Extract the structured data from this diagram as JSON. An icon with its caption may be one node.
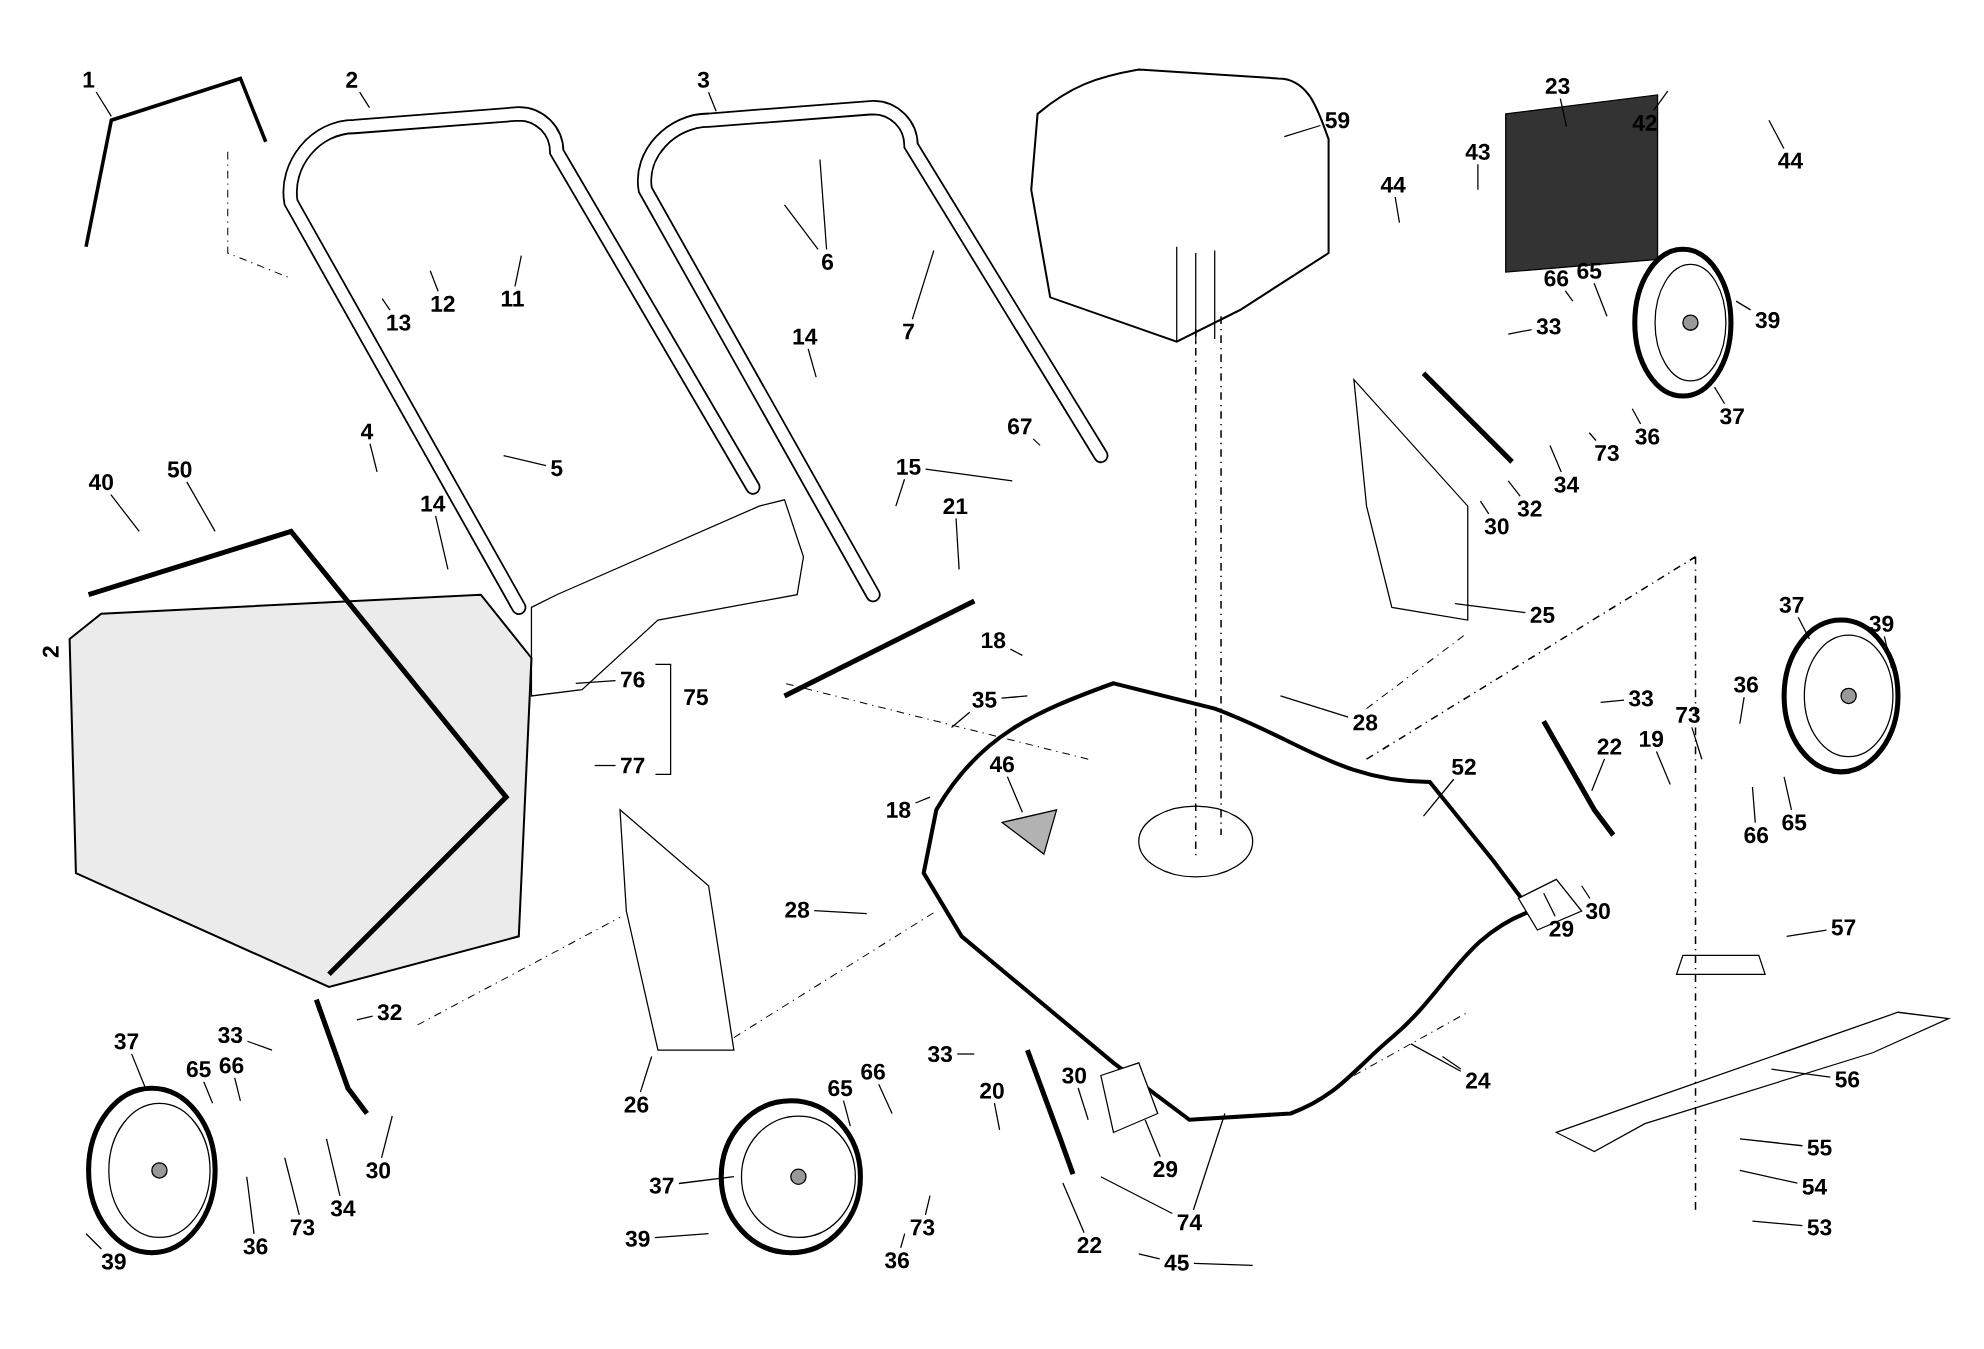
{
  "diagram": {
    "nodes": [
      {
        "text": [
          "1"
        ]
      },
      {
        "text": [
          "2"
        ]
      },
      {
        "text": [
          "3"
        ]
      },
      {
        "text": [
          "59"
        ]
      },
      {
        "text": [
          "23"
        ]
      },
      {
        "text": [
          "42"
        ]
      },
      {
        "text": [
          "44"
        ]
      },
      {
        "text": [
          "43"
        ]
      },
      {
        "text": [
          "44"
        ]
      },
      {
        "text": [
          "6"
        ]
      },
      {
        "text": [
          "12"
        ]
      },
      {
        "text": [
          "11"
        ]
      },
      {
        "text": [
          "13"
        ]
      },
      {
        "text": [
          "7"
        ]
      },
      {
        "text": [
          "14"
        ]
      },
      {
        "text": [
          "33"
        ]
      },
      {
        "text": [
          "66"
        ]
      },
      {
        "text": [
          "65"
        ]
      },
      {
        "text": [
          "39"
        ]
      },
      {
        "text": [
          "37"
        ]
      },
      {
        "text": [
          "36"
        ]
      },
      {
        "text": [
          "73"
        ]
      },
      {
        "text": [
          "34"
        ]
      },
      {
        "text": [
          "32"
        ]
      },
      {
        "text": [
          "30"
        ]
      },
      {
        "text": [
          "67"
        ]
      },
      {
        "text": [
          "5"
        ]
      },
      {
        "text": [
          "4"
        ]
      },
      {
        "text": [
          "15"
        ]
      },
      {
        "text": [
          "50"
        ]
      },
      {
        "text": [
          "40"
        ]
      },
      {
        "text": [
          "14"
        ]
      },
      {
        "text": [
          "21"
        ]
      },
      {
        "text": [
          "25"
        ]
      },
      {
        "text": [
          "37"
        ]
      },
      {
        "text": [
          "39"
        ]
      },
      {
        "text": [
          "76"
        ]
      },
      {
        "text": [
          "77"
        ]
      },
      {
        "text": [
          "18"
        ]
      },
      {
        "text": [
          "35"
        ]
      },
      {
        "text": [
          "28"
        ]
      },
      {
        "text": [
          "33"
        ]
      },
      {
        "text": [
          "36"
        ]
      },
      {
        "text": [
          "73"
        ]
      },
      {
        "text": [
          "22"
        ]
      },
      {
        "text": [
          "19"
        ]
      },
      {
        "text": [
          "18"
        ]
      },
      {
        "text": [
          "46"
        ]
      },
      {
        "text": [
          "52"
        ]
      },
      {
        "text": [
          "66"
        ]
      },
      {
        "text": [
          "65"
        ]
      },
      {
        "text": [
          "30"
        ]
      },
      {
        "text": [
          "29"
        ]
      },
      {
        "text": [
          "57"
        ]
      },
      {
        "text": [
          "28"
        ]
      },
      {
        "text": [
          "32"
        ]
      },
      {
        "text": [
          "33"
        ]
      },
      {
        "text": [
          "37"
        ]
      },
      {
        "text": [
          "65"
        ]
      },
      {
        "text": [
          "66"
        ]
      },
      {
        "text": [
          "26"
        ]
      },
      {
        "text": [
          "30"
        ]
      },
      {
        "text": [
          "34"
        ]
      },
      {
        "text": [
          "73"
        ]
      },
      {
        "text": [
          "36"
        ]
      },
      {
        "text": [
          "39"
        ]
      },
      {
        "text": [
          "33"
        ]
      },
      {
        "text": [
          "65"
        ]
      },
      {
        "text": [
          "66"
        ]
      },
      {
        "text": [
          "30"
        ]
      },
      {
        "text": [
          "29"
        ]
      },
      {
        "text": [
          "24"
        ]
      },
      {
        "text": [
          "56"
        ]
      },
      {
        "text": [
          "20"
        ]
      },
      {
        "text": [
          "37"
        ]
      },
      {
        "text": [
          "55"
        ]
      },
      {
        "text": [
          "74"
        ]
      },
      {
        "text": [
          "73"
        ]
      },
      {
        "text": [
          "22"
        ]
      },
      {
        "text": [
          "54"
        ]
      },
      {
        "text": [
          "53"
        ]
      },
      {
        "text": [
          "39"
        ]
      },
      {
        "text": [
          "36"
        ]
      },
      {
        "text": [
          "45"
        ]
      }
    ],
    "edges": [
      {
        "from": 0,
        "to": null,
        "arrow": "none"
      },
      {
        "from": 1,
        "to": null,
        "arrow": "none"
      },
      {
        "from": 2,
        "to": null,
        "arrow": "none"
      },
      {
        "from": 3,
        "to": null,
        "arrow": "none"
      },
      {
        "from": 4,
        "to": null,
        "arrow": "none"
      },
      {
        "from": 5,
        "to": null,
        "arrow": "none"
      },
      {
        "from": 6,
        "to": null,
        "arrow": "none"
      },
      {
        "from": 7,
        "to": null,
        "arrow": "none"
      },
      {
        "from": 8,
        "to": null,
        "arrow": "none"
      },
      {
        "from": 9,
        "to": null,
        "arrow": "none"
      },
      {
        "from": 9,
        "to": null,
        "arrow": "none"
      },
      {
        "from": 10,
        "to": null,
        "arrow": "none"
      },
      {
        "from": 11,
        "to": null,
        "arrow": "none"
      },
      {
        "from": 12,
        "to": null,
        "arrow": "none"
      },
      {
        "from": 13,
        "to": null,
        "arrow": "none"
      },
      {
        "from": 14,
        "to": null,
        "arrow": "none"
      },
      {
        "from": 15,
        "to": null,
        "arrow": "none"
      },
      {
        "from": 16,
        "to": null,
        "arrow": "none"
      },
      {
        "from": 17,
        "to": null,
        "arrow": "none"
      },
      {
        "from": 18,
        "to": null,
        "arrow": "none"
      },
      {
        "from": 19,
        "to": null,
        "arrow": "none"
      },
      {
        "from": 20,
        "to": null,
        "arrow": "none"
      },
      {
        "from": 21,
        "to": null,
        "arrow": "none"
      },
      {
        "from": 22,
        "to": null,
        "arrow": "none"
      },
      {
        "from": 23,
        "to": null,
        "arrow": "none"
      },
      {
        "from": 24,
        "to": null,
        "arrow": "none"
      },
      {
        "from": 25,
        "to": null,
        "arrow": "none"
      },
      {
        "from": 26,
        "to": null,
        "arrow": "none"
      },
      {
        "from": 27,
        "to": null,
        "arrow": "none"
      },
      {
        "from": 28,
        "to": null,
        "arrow": "none"
      },
      {
        "from": 28,
        "to": null,
        "arrow": "none"
      },
      {
        "from": 29,
        "to": null,
        "arrow": "none"
      },
      {
        "from": 30,
        "to": null,
        "arrow": "none"
      },
      {
        "from": 31,
        "to": null,
        "arrow": "none"
      },
      {
        "from": 32,
        "to": null,
        "arrow": "none"
      },
      {
        "from": 33,
        "to": null,
        "arrow": "none"
      },
      {
        "from": 34,
        "to": null,
        "arrow": "none"
      },
      {
        "from": 35,
        "to": null,
        "arrow": "none"
      },
      {
        "from": 36,
        "to": null,
        "arrow": "none"
      },
      {
        "from": 37,
        "to": null,
        "arrow": "none"
      },
      {
        "from": 38,
        "to": null,
        "arrow": "none"
      },
      {
        "from": 39,
        "to": null,
        "arrow": "none"
      },
      {
        "from": 39,
        "to": null,
        "arrow": "none"
      },
      {
        "from": 40,
        "to": null,
        "arrow": "none"
      },
      {
        "from": 41,
        "to": null,
        "arrow": "none"
      },
      {
        "from": 42,
        "to": null,
        "arrow": "none"
      },
      {
        "from": 43,
        "to": null,
        "arrow": "none"
      },
      {
        "from": 44,
        "to": null,
        "arrow": "none"
      },
      {
        "from": 45,
        "to": null,
        "arrow": "none"
      },
      {
        "from": 46,
        "to": null,
        "arrow": "none"
      },
      {
        "from": 47,
        "to": null,
        "arrow": "none"
      },
      {
        "from": 48,
        "to": null,
        "arrow": "none"
      },
      {
        "from": 49,
        "to": null,
        "arrow": "none"
      },
      {
        "from": 50,
        "to": null,
        "arrow": "none"
      },
      {
        "from": 51,
        "to": null,
        "arrow": "none"
      },
      {
        "from": 52,
        "to": null,
        "arrow": "none"
      },
      {
        "from": 53,
        "to": null,
        "arrow": "none"
      },
      {
        "from": 54,
        "to": null,
        "arrow": "none"
      },
      {
        "from": 55,
        "to": null,
        "arrow": "none"
      },
      {
        "from": 56,
        "to": null,
        "arrow": "none"
      },
      {
        "from": 57,
        "to": null,
        "arrow": "none"
      },
      {
        "from": 58,
        "to": null,
        "arrow": "none"
      },
      {
        "from": 59,
        "to": null,
        "arrow": "none"
      },
      {
        "from": 60,
        "to": null,
        "arrow": "none"
      },
      {
        "from": 61,
        "to": null,
        "arrow": "none"
      },
      {
        "from": 62,
        "to": null,
        "arrow": "none"
      },
      {
        "from": 63,
        "to": null,
        "arrow": "none"
      },
      {
        "from": 64,
        "to": null,
        "arrow": "none"
      },
      {
        "from": 65,
        "to": null,
        "arrow": "none"
      },
      {
        "from": 66,
        "to": null,
        "arrow": "none"
      },
      {
        "from": 67,
        "to": null,
        "arrow": "none"
      },
      {
        "from": 68,
        "to": null,
        "arrow": "none"
      },
      {
        "from": 69,
        "to": null,
        "arrow": "none"
      },
      {
        "from": 70,
        "to": null,
        "arrow": "none"
      },
      {
        "from": 71,
        "to": null,
        "arrow": "none"
      },
      {
        "from": 71,
        "to": null,
        "arrow": "none"
      },
      {
        "from": 72,
        "to": null,
        "arrow": "none"
      },
      {
        "from": 73,
        "to": null,
        "arrow": "none"
      },
      {
        "from": 74,
        "to": null,
        "arrow": "none"
      },
      {
        "from": 75,
        "to": null,
        "arrow": "none"
      },
      {
        "from": 76,
        "to": null,
        "arrow": "none"
      },
      {
        "from": 76,
        "to": null,
        "arrow": "none"
      },
      {
        "from": 77,
        "to": null,
        "arrow": "none"
      },
      {
        "from": 78,
        "to": null,
        "arrow": "none"
      },
      {
        "from": 79,
        "to": null,
        "arrow": "none"
      },
      {
        "from": 80,
        "to": null,
        "arrow": "none"
      },
      {
        "from": 81,
        "to": null,
        "arrow": "none"
      },
      {
        "from": 82,
        "to": null,
        "arrow": "none"
      },
      {
        "from": 83,
        "to": null,
        "arrow": "none"
      },
      {
        "from": 83,
        "to": null,
        "arrow": "none"
      }
    ],
    "labels": [
      "2",
      "75"
    ]
  }
}
